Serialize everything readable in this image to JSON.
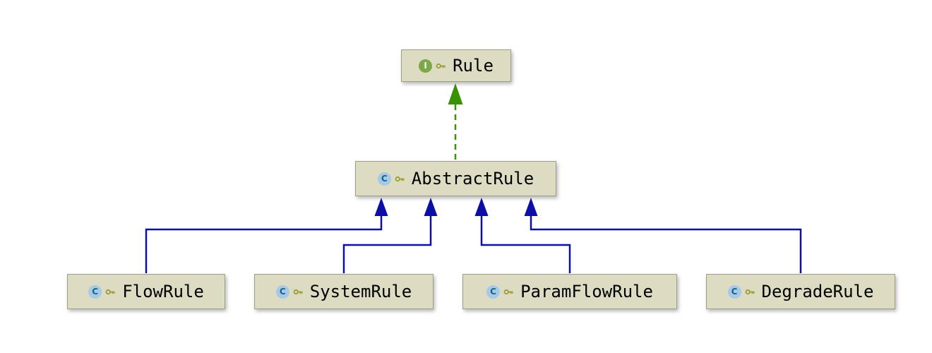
{
  "colors": {
    "node_bg": "#dddcc2",
    "node_border": "#9e9d89",
    "generalization": "#0d0da8",
    "realization": "#3a9104",
    "class_icon_bg": "#a6c9e6",
    "class_icon_fg": "#19628c",
    "interface_icon_bg": "#7ea64a",
    "interface_icon_fg": "#f2f7e6",
    "key_icon": "#9b9b33"
  },
  "nodes": [
    {
      "id": "rule",
      "label": "Rule",
      "kind": "interface",
      "icon_letter": "I",
      "modifier_icon": "key-icon"
    },
    {
      "id": "abstractrule",
      "label": "AbstractRule",
      "kind": "class",
      "icon_letter": "C",
      "modifier_icon": "key-icon"
    },
    {
      "id": "flowrule",
      "label": "FlowRule",
      "kind": "class",
      "icon_letter": "C",
      "modifier_icon": "key-icon"
    },
    {
      "id": "systemrule",
      "label": "SystemRule",
      "kind": "class",
      "icon_letter": "C",
      "modifier_icon": "key-icon"
    },
    {
      "id": "paramflowrule",
      "label": "ParamFlowRule",
      "kind": "class",
      "icon_letter": "C",
      "modifier_icon": "key-icon"
    },
    {
      "id": "degraderule",
      "label": "DegradeRule",
      "kind": "class",
      "icon_letter": "C",
      "modifier_icon": "key-icon"
    }
  ],
  "edges": [
    {
      "from": "AbstractRule",
      "to": "Rule",
      "type": "realization",
      "style": "dashed"
    },
    {
      "from": "FlowRule",
      "to": "AbstractRule",
      "type": "generalization",
      "style": "solid"
    },
    {
      "from": "SystemRule",
      "to": "AbstractRule",
      "type": "generalization",
      "style": "solid"
    },
    {
      "from": "ParamFlowRule",
      "to": "AbstractRule",
      "type": "generalization",
      "style": "solid"
    },
    {
      "from": "DegradeRule",
      "to": "AbstractRule",
      "type": "generalization",
      "style": "solid"
    }
  ]
}
